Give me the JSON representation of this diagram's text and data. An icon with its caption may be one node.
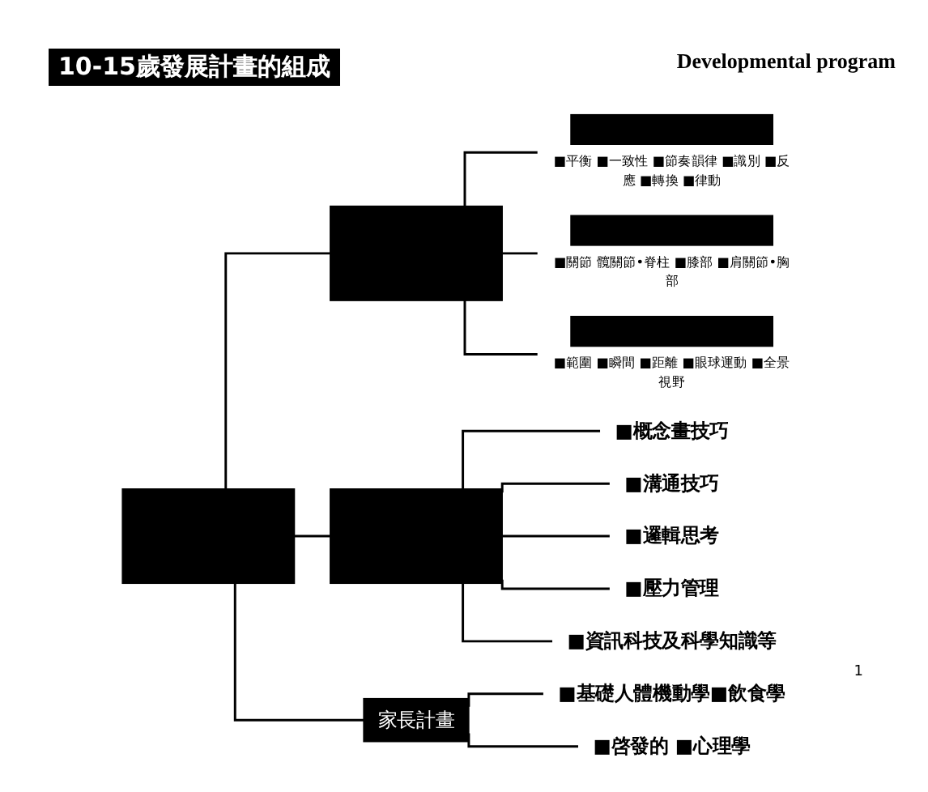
{
  "diagram": {
    "title": "10-15歲發展計畫的組成",
    "nodes": [
      {
        "text": [],
        "shape": "box"
      },
      {
        "text": [],
        "shape": "box"
      },
      {
        "text": [
          "■平衡 ■一致性 ■節奏韻律 ■識別 ■反應 ■轉換 ■律動"
        ]
      },
      {
        "text": [
          "■關節 髖關節•脊柱 ■膝部 ■肩關節•胸部"
        ]
      },
      {
        "text": [
          "■範圍 ■瞬間 ■距離 ■眼球運動 ■全景視野"
        ]
      },
      {
        "text": [],
        "shape": "box"
      },
      {
        "text": [
          "■概念畫技巧"
        ]
      },
      {
        "text": [
          "■溝通技巧"
        ]
      },
      {
        "text": [
          "■邏輯思考"
        ]
      },
      {
        "text": [
          "■壓力管理"
        ]
      },
      {
        "text": [
          "■資訊科技及科學知識等"
        ]
      },
      {
        "text": [
          "家長計畫"
        ]
      },
      {
        "text": [
          "■基礎人體機動學■飲食學"
        ]
      },
      {
        "text": [
          "■啓發的 ■心理學"
        ]
      }
    ],
    "edges": [
      {
        "from": 0,
        "to": 1,
        "arrow": "none"
      },
      {
        "from": 1,
        "to": 2,
        "arrow": "none"
      },
      {
        "from": 1,
        "to": 3,
        "arrow": "none"
      },
      {
        "from": 1,
        "to": 4,
        "arrow": "none"
      },
      {
        "from": 0,
        "to": 5,
        "arrow": "none"
      },
      {
        "from": 5,
        "to": 6,
        "arrow": "none"
      },
      {
        "from": 5,
        "to": 7,
        "arrow": "none"
      },
      {
        "from": 5,
        "to": 8,
        "arrow": "none"
      },
      {
        "from": 5,
        "to": 9,
        "arrow": "none"
      },
      {
        "from": 5,
        "to": 10,
        "arrow": "none"
      },
      {
        "from": 0,
        "to": 11,
        "arrow": "none"
      },
      {
        "from": 11,
        "to": 12,
        "arrow": "none"
      },
      {
        "from": 11,
        "to": 13,
        "arrow": "none"
      }
    ],
    "labels": [
      "Developmental program",
      "1"
    ]
  }
}
